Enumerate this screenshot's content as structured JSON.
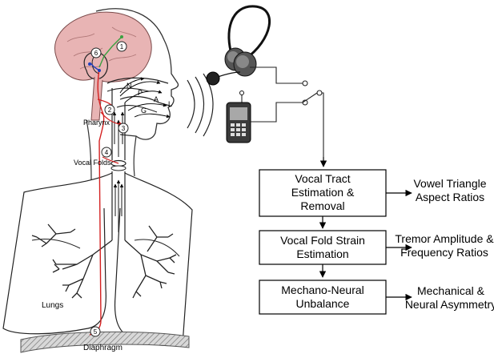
{
  "anatomy_labels": {
    "pharynx": "Pharynx",
    "vocal_folds": "Vocal Folds",
    "lungs": "Lungs",
    "diaphragm": "Diaphragm",
    "n": "N",
    "p": "P",
    "a": "A",
    "g": "G",
    "l": "L"
  },
  "markers": [
    "1",
    "2",
    "3",
    "4",
    "5",
    "6"
  ],
  "pipeline": [
    {
      "lines": [
        "Vocal Tract",
        "Estimation &",
        "Removal"
      ],
      "output": [
        "Vowel Triangle",
        "Aspect Ratios"
      ]
    },
    {
      "lines": [
        "Vocal Fold Strain",
        "Estimation"
      ],
      "output": [
        "Tremor Amplitude &",
        "Frequency Ratios"
      ]
    },
    {
      "lines": [
        "Mechano-Neural",
        "Unbalance"
      ],
      "output": [
        "Mechanical &",
        "Neural Asymmetry"
      ]
    }
  ],
  "devices": [
    "headset-icon",
    "microphone-icon",
    "mobile-phone-icon",
    "switch-icon"
  ],
  "colors": {
    "brain": "#e8b4b4",
    "neural_path": "#d42020",
    "green_path": "#3aa040",
    "blue_path": "#2040c0",
    "diaphragm": "#c8c8c8"
  }
}
